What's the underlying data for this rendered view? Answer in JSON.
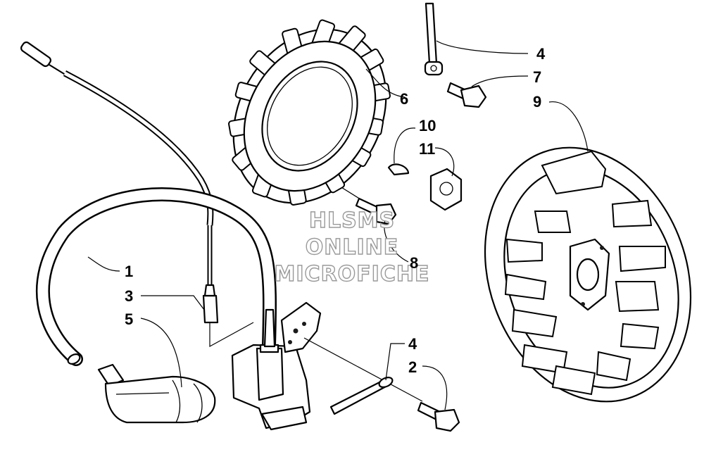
{
  "callouts": {
    "c1": "1",
    "c2": "2",
    "c3": "3",
    "c4a": "4",
    "c4b": "4",
    "c5": "5",
    "c6": "6",
    "c7": "7",
    "c8": "8",
    "c9": "9",
    "c10": "10",
    "c11": "11"
  },
  "watermark": {
    "line1": "HLSMS",
    "line2": "ONLINE",
    "line3": "MICROFICHE"
  }
}
